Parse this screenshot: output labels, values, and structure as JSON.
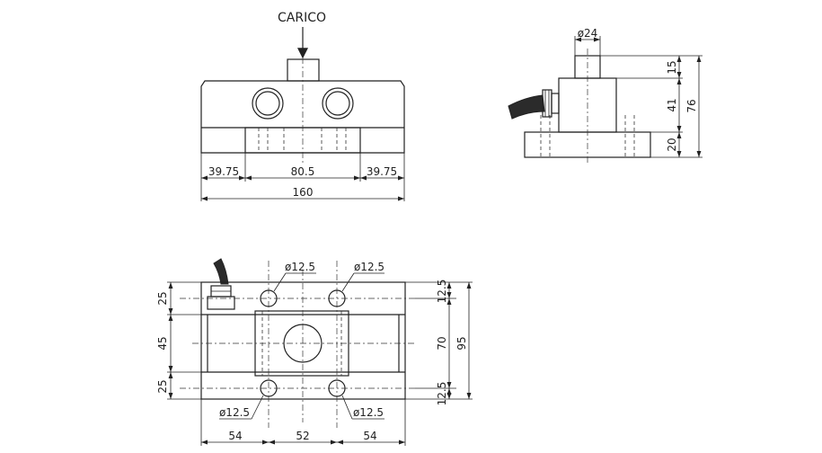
{
  "load_label": "CARICO",
  "front_view": {
    "dims": {
      "left": "39.75",
      "center": "80.5",
      "right": "39.75",
      "total": "160"
    }
  },
  "side_view": {
    "dims": {
      "diameter": "ø24",
      "top": "15",
      "middle": "41",
      "bottom": "20",
      "total": "76"
    }
  },
  "top_view": {
    "holes": {
      "top_left": "ø12.5",
      "top_right": "ø12.5",
      "bottom_left": "ø12.5",
      "bottom_right": "ø12.5"
    },
    "dims": {
      "left_top": "25",
      "left_middle": "45",
      "left_bottom": "25",
      "right_top": "12.5",
      "right_bottom": "12.5",
      "right_middle": "70",
      "right_total": "95",
      "bottom_left": "54",
      "bottom_center": "52",
      "bottom_right": "54"
    }
  }
}
